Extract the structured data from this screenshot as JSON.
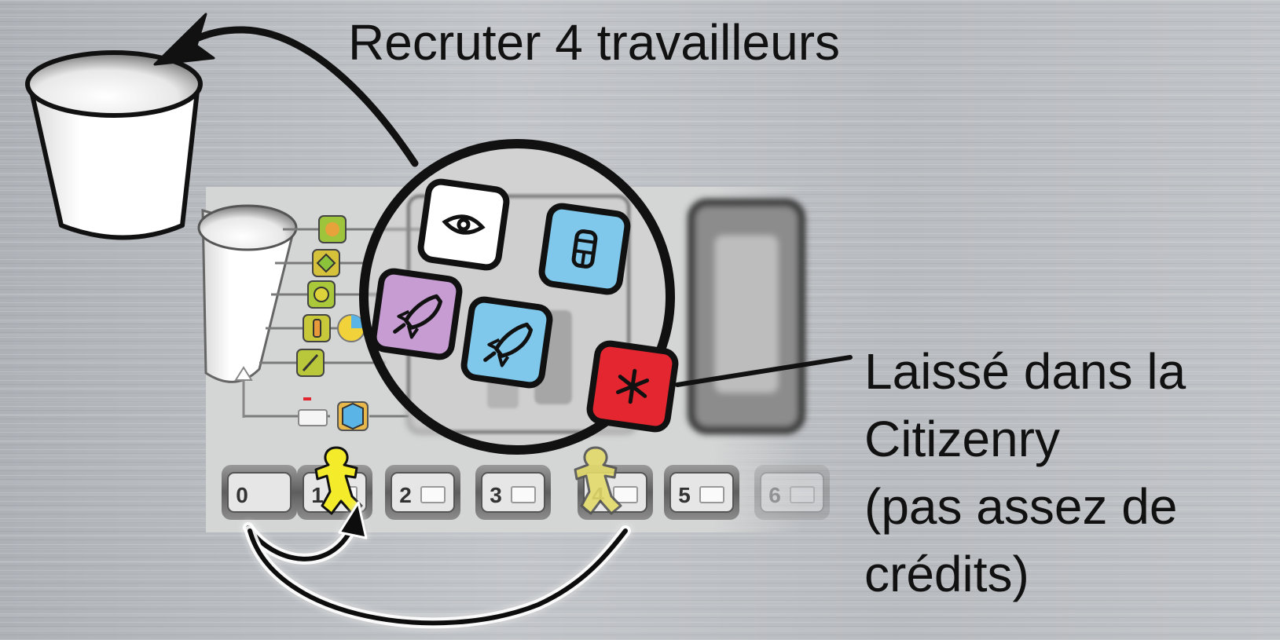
{
  "header": {
    "title": "Recruter 4 travailleurs"
  },
  "note": {
    "lines": [
      "Laissé dans la",
      "Citizenry",
      "(pas assez de",
      "crédits)"
    ]
  },
  "cup": {
    "color": "#ffffff"
  },
  "workers": [
    {
      "color": "#ffffff",
      "icon": "eye-icon"
    },
    {
      "color": "#7fc8ec",
      "icon": "cylinder-icon"
    },
    {
      "color": "#c79cd3",
      "icon": "rocket-icon"
    },
    {
      "color": "#7fc8ec",
      "icon": "rocket-icon"
    },
    {
      "color": "#e3262f",
      "icon": "asterisk-icon"
    }
  ],
  "track": {
    "slots": [
      "0",
      "1",
      "2",
      "3",
      "4",
      "5",
      "6"
    ]
  },
  "colors": {
    "ink": "#111111",
    "meeple": "#f4ec2a",
    "meeple_faded": "#e8e070"
  }
}
